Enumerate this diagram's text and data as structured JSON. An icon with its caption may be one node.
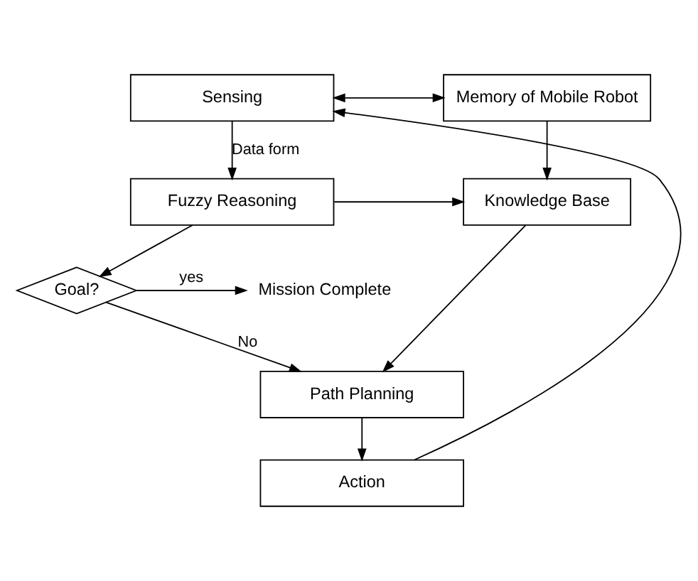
{
  "diagram": {
    "nodes": [
      {
        "text": [
          "Sensing"
        ]
      },
      {
        "text": [
          "Memory of Mobile Robot"
        ]
      },
      {
        "text": [
          "Fuzzy Reasoning"
        ]
      },
      {
        "text": [
          "Knowledge Base"
        ]
      },
      {
        "text": [
          "Goal?"
        ]
      },
      {
        "text": [
          "Mission Complete"
        ]
      },
      {
        "text": [
          "Path Planning"
        ]
      },
      {
        "text": [
          "Action"
        ]
      }
    ],
    "edges": [
      {
        "from": 0,
        "to": 2,
        "arrow": "to",
        "label": "Data form"
      },
      {
        "from": 0,
        "to": 1,
        "arrow": "both"
      },
      {
        "from": 1,
        "to": 3,
        "arrow": "to"
      },
      {
        "from": 2,
        "to": 3,
        "arrow": "to"
      },
      {
        "from": 2,
        "to": 4,
        "arrow": "to"
      },
      {
        "from": 4,
        "to": 5,
        "arrow": "to",
        "label": "yes"
      },
      {
        "from": 4,
        "to": 6,
        "arrow": "to",
        "label": "No"
      },
      {
        "from": 3,
        "to": 6,
        "arrow": "to"
      },
      {
        "from": 6,
        "to": 7,
        "arrow": "to"
      },
      {
        "from": 7,
        "to": 0,
        "arrow": "to"
      }
    ]
  }
}
